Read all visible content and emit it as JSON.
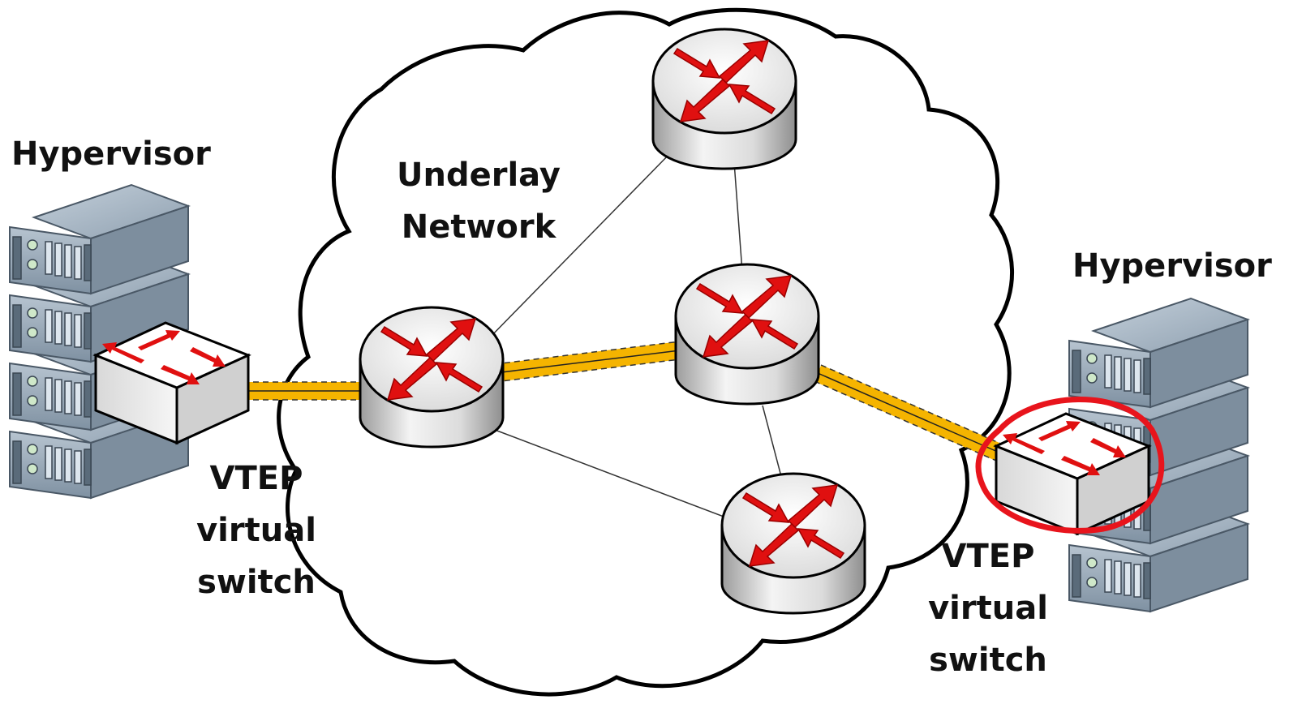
{
  "labels": {
    "hypervisor_left": "Hypervisor",
    "hypervisor_right": "Hypervisor",
    "underlay_line1": "Underlay",
    "underlay_line2": "Network",
    "vtep_left": [
      "VTEP",
      "virtual",
      "switch"
    ],
    "vtep_right": [
      "VTEP",
      "virtual",
      "switch"
    ]
  },
  "colors": {
    "tunnel": "#F5B400",
    "arrow": "#E01010",
    "highlight": "#E8141C",
    "server_top": "#A9B8C6",
    "server_front": "#8FA0B0"
  },
  "icons": [
    "router-icon",
    "switch-icon",
    "server-rack-icon",
    "cloud-shape",
    "highlight-circle"
  ]
}
